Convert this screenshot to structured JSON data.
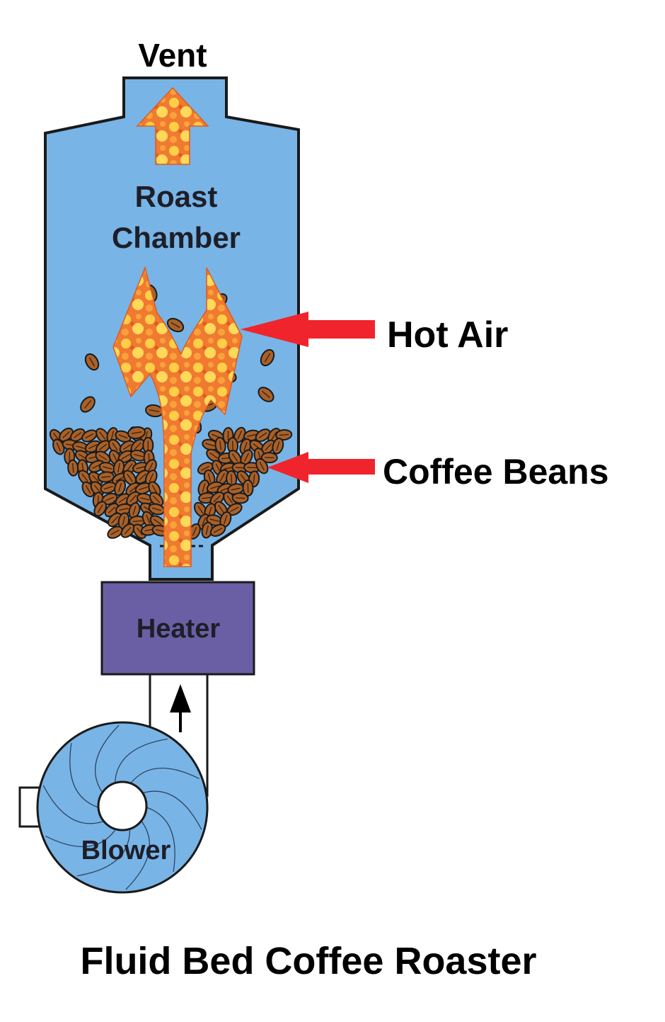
{
  "diagram": {
    "labels": {
      "vent": "Vent",
      "roast_line1": "Roast",
      "roast_line2": "Chamber",
      "hot_air": "Hot Air",
      "coffee_beans": "Coffee Beans",
      "heater": "Heater",
      "blower": "Blower"
    },
    "caption": "Fluid Bed Coffee Roaster",
    "colors": {
      "chamber": "#78b4e6",
      "heater": "#6a5fa5",
      "bean": "#a8612a",
      "flame_outer": "#f38a3a",
      "flame_inner": "#ffd24a",
      "pointer_arrow": "#f0242c"
    }
  }
}
